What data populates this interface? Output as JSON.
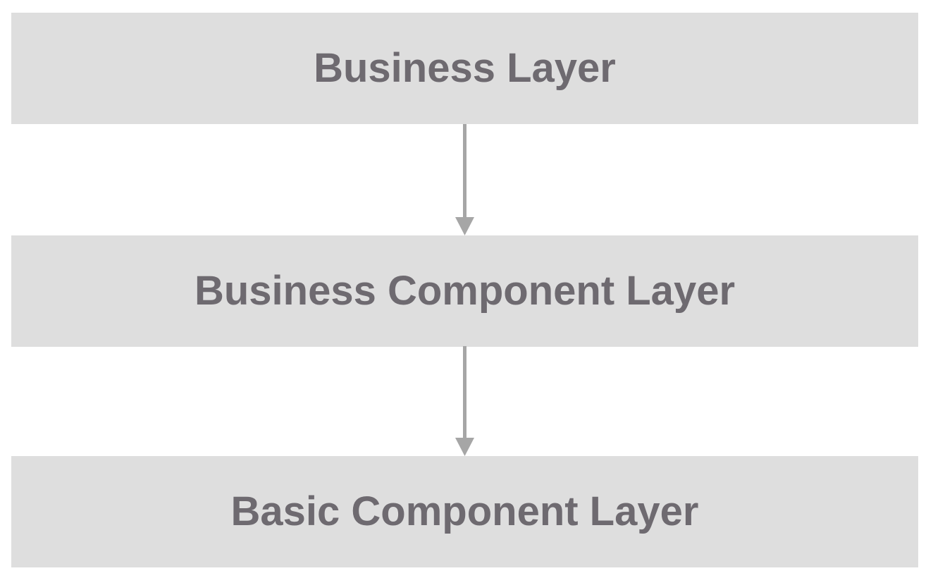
{
  "diagram": {
    "layers": [
      {
        "label": "Business Layer"
      },
      {
        "label": "Business Component Layer"
      },
      {
        "label": "Basic Component Layer"
      }
    ],
    "connectors": [
      {
        "from": "Business Layer",
        "to": "Business Component Layer",
        "direction": "down"
      },
      {
        "from": "Business Component Layer",
        "to": "Basic Component Layer",
        "direction": "down"
      }
    ]
  },
  "colors": {
    "box_fill": "#dedede",
    "label_text": "#6e6a70",
    "arrow": "#a6a6a6",
    "background": "#ffffff"
  }
}
